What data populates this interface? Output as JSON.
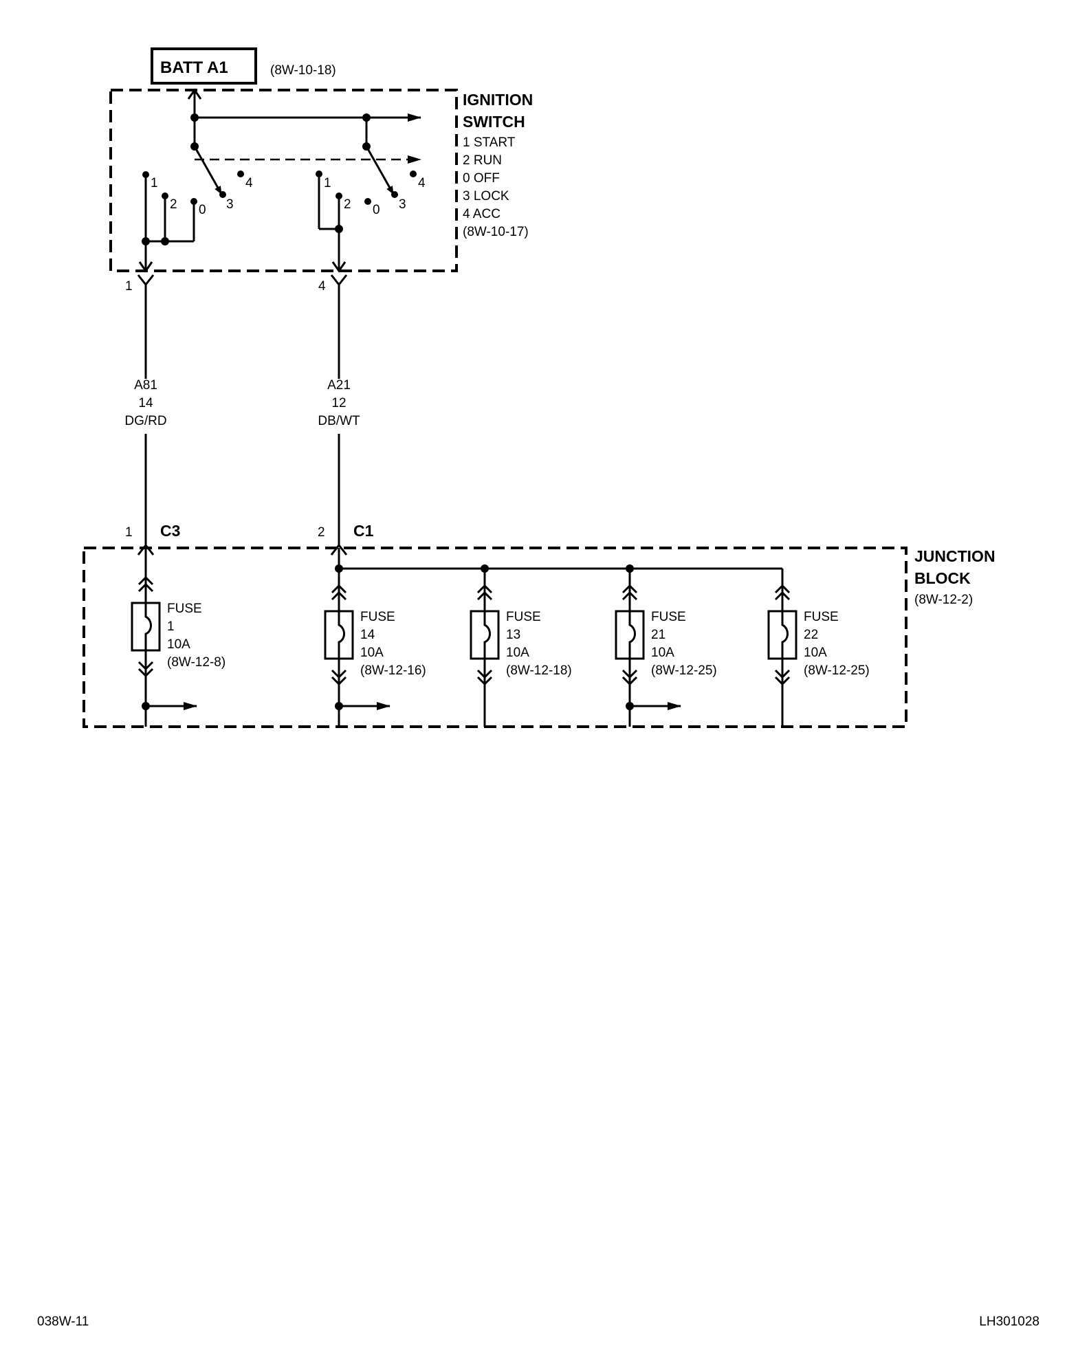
{
  "batt": {
    "label": "BATT A1",
    "ref": "(8W-10-18)"
  },
  "ignition_switch": {
    "title_line1": "IGNITION",
    "title_line2": "SWITCH",
    "positions": [
      "1 START",
      "2 RUN",
      "0 OFF",
      "3 LOCK",
      "4 ACC"
    ],
    "ref": "(8W-10-17)",
    "contact_labels": {
      "start": "1",
      "run": "2",
      "off": "0",
      "lock": "3",
      "acc": "4"
    },
    "output_pins": [
      "1",
      "4"
    ]
  },
  "wires": [
    {
      "circuit": "A81",
      "gauge": "14",
      "color": "DG/RD"
    },
    {
      "circuit": "A21",
      "gauge": "12",
      "color": "DB/WT"
    }
  ],
  "connectors": [
    {
      "pin": "1",
      "name": "C3"
    },
    {
      "pin": "2",
      "name": "C1"
    }
  ],
  "junction_block": {
    "title_line1": "JUNCTION",
    "title_line2": "BLOCK",
    "ref": "(8W-12-2)"
  },
  "fuses": [
    {
      "label": "FUSE",
      "number": "1",
      "rating": "10A",
      "ref": "(8W-12-8)"
    },
    {
      "label": "FUSE",
      "number": "14",
      "rating": "10A",
      "ref": "(8W-12-16)"
    },
    {
      "label": "FUSE",
      "number": "13",
      "rating": "10A",
      "ref": "(8W-12-18)"
    },
    {
      "label": "FUSE",
      "number": "21",
      "rating": "10A",
      "ref": "(8W-12-25)"
    },
    {
      "label": "FUSE",
      "number": "22",
      "rating": "10A",
      "ref": "(8W-12-25)"
    }
  ],
  "footer": {
    "left": "038W-11",
    "right": "LH301028"
  }
}
